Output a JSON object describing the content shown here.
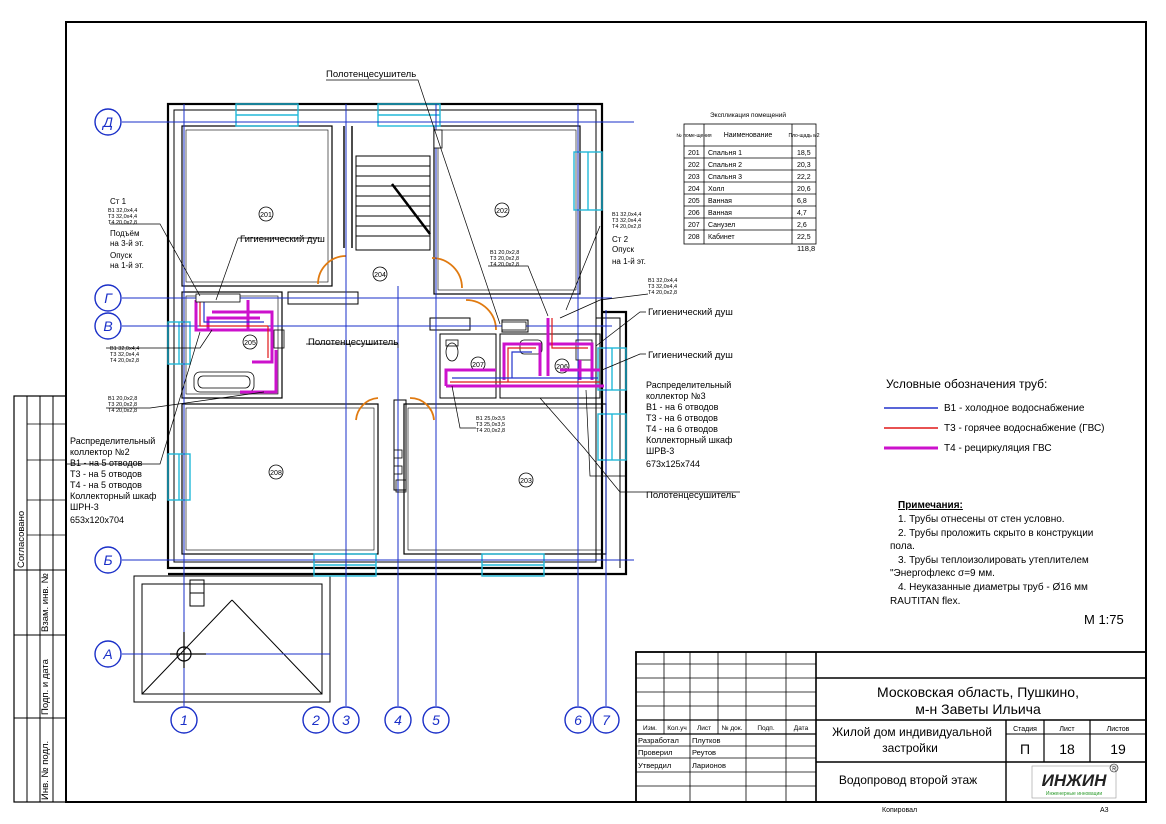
{
  "axes": {
    "rows": [
      "Д",
      "Г",
      "В",
      "Б",
      "А"
    ],
    "cols": [
      "1",
      "2",
      "3",
      "4",
      "5",
      "6",
      "7"
    ]
  },
  "rooms": [
    "201",
    "202",
    "203",
    "204",
    "205",
    "206",
    "207",
    "208"
  ],
  "labels": {
    "towel_top": "Полотенцесушитель",
    "towel_mid": "Полотенцесушитель",
    "towel_right": "Полотенцесушитель",
    "hyg_shower_left": "Гигиенический душ",
    "hyg_shower_right1": "Гигиенический душ",
    "hyg_shower_right2": "Гигиенический душ",
    "st1": [
      "Ст 1",
      "В1 32,0x4,4",
      "Т3 32,0x4,4",
      "Т4 20,0x2,8",
      "Подъём",
      "на 3-й эт.",
      "Опуск",
      "на 1-й эт."
    ],
    "st2": [
      "В1 32,0x4,4",
      "Т3 32,0x4,4",
      "Т4 20,0x2,8",
      "Ст 2",
      "Опуск",
      "на 1-й эт."
    ],
    "pipe_notes": {
      "p1": [
        "В1 20,0x2,8",
        "Т3 20,0x2,8",
        "Т4 20,0x2,8"
      ],
      "p2": [
        "В1 32,0x4,4",
        "Т3 32,0x4,4",
        "Т4 20,0x2,8"
      ],
      "p3": [
        "В1 32,0x4,4",
        "Т3 32,0x4,4",
        "Т4 20,0x2,8"
      ],
      "p4": [
        "В1 20,0x2,8",
        "Т3 20,0x2,8",
        "Т4 20,0x2,8"
      ],
      "p5": [
        "В1 25,0x3,5",
        "Т3 25,0x3,5",
        "Т4 20,0x2,8"
      ]
    },
    "coll2": [
      "Распределительный",
      "коллектор №2",
      "В1 - на 5 отводов",
      "Т3 - на 5 отводов",
      "Т4 - на 5 отводов",
      "Коллекторный шкаф",
      "ШРН-3",
      "653x120x704"
    ],
    "coll3": [
      "Распределительный",
      "коллектор №3",
      "В1 - на 6 отводов",
      "Т3 - на 6 отводов",
      "Т4 - на 6 отводов",
      "Коллекторный шкаф",
      "ШРВ-3",
      "673x125x744"
    ]
  },
  "explication": {
    "title": "Экспликация помещений",
    "headers": [
      "№ поме-щения",
      "Наименование",
      "Пло-щадь м2"
    ],
    "rows": [
      [
        "201",
        "Спальня 1",
        "18,5"
      ],
      [
        "202",
        "Спальня 2",
        "20,3"
      ],
      [
        "203",
        "Спальня 3",
        "22,2"
      ],
      [
        "204",
        "Холл",
        "20,6"
      ],
      [
        "205",
        "Ванная",
        "6,8"
      ],
      [
        "206",
        "Ванная",
        "4,7"
      ],
      [
        "207",
        "Санузел",
        "2,6"
      ],
      [
        "208",
        "Кабинет",
        "22,5"
      ]
    ],
    "total": "118,8"
  },
  "legend": {
    "title": "Условные обозначения труб:",
    "items": [
      {
        "code": "В1 - холодное водоснабжение",
        "color": "#2233cc"
      },
      {
        "code": "Т3 - горячее водоснабжение (ГВС)",
        "color": "#e01818"
      },
      {
        "code": "Т4 - рециркуляция ГВС",
        "color": "#cc11cc"
      }
    ]
  },
  "notes": {
    "title": "Примечания:",
    "lines": [
      "1. Трубы отнесены от стен условно.",
      "2. Трубы проложить скрыто в конструкции",
      "пола.",
      "3. Трубы теплоизолировать утеплителем",
      "\"Энергофлекс σ=9 мм.",
      "4. Неуказанные диаметры труб - Ø16 мм",
      "RAUTITAN flex."
    ]
  },
  "scale": "М 1:75",
  "left_strip": [
    "Согласовано",
    "Взам. инв. №",
    "Подп. и дата",
    "Инв. № подл."
  ],
  "title_block": {
    "headers": [
      "Изм.",
      "Кол.уч",
      "Лист",
      "№ док.",
      "Подп.",
      "Дата"
    ],
    "roles": [
      {
        "role": "Разработал",
        "name": "Плутков"
      },
      {
        "role": "Проверил",
        "name": "Реутов"
      },
      {
        "role": "Утвердил",
        "name": "Ларионов"
      }
    ],
    "location_line1": "Московская область, Пушкино,",
    "location_line2": "м-н Заветы Ильича",
    "object_line1": "Жилой дом индивидуальной",
    "object_line2": "застройки",
    "sheet_title": "Водопровод второй этаж",
    "stage_label": "Стадия",
    "sheet_label": "Лист",
    "sheets_label": "Листов",
    "stage": "П",
    "sheet": "18",
    "sheets": "19",
    "logo": "ИНЖИН",
    "logo_sub": "Инженерные инновации",
    "copied": "Копировал",
    "format": "А3"
  },
  "colors": {
    "axis": "#1a2fc8",
    "window": "#22b8d8",
    "door": "#e07a10",
    "cold": "#2233cc",
    "hot": "#e01818",
    "recirc": "#cc11cc"
  }
}
